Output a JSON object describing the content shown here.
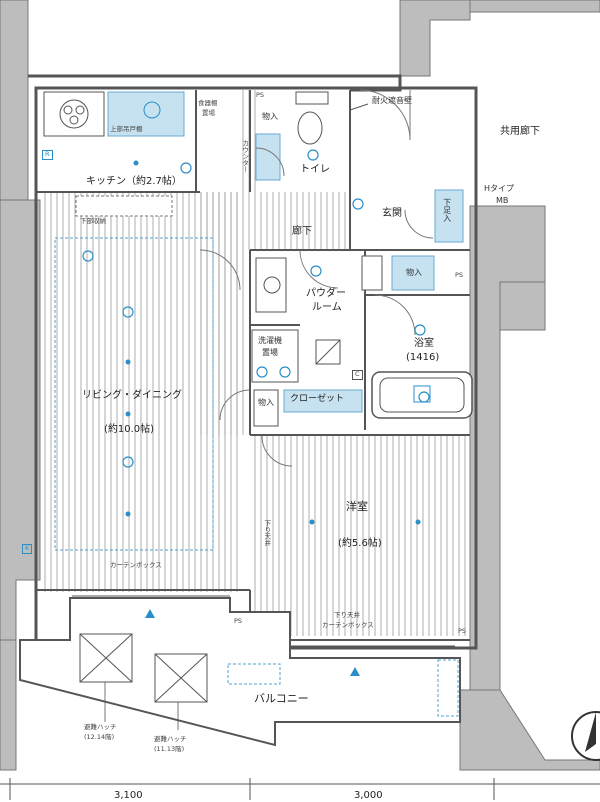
{
  "rooms": {
    "kitchen": "キッチン（約2.7帖）",
    "living": "リビング・ダイニング",
    "living_size": "(約10.0帖)",
    "western": "洋室",
    "western_size": "(約5.6帖)",
    "powder_line1": "パウダー",
    "powder_line2": "ルーム",
    "bath": "浴室",
    "bath_size": "(1416)",
    "entrance": "玄関",
    "hallway": "廊下",
    "toilet": "トイレ",
    "balcony": "バルコニー"
  },
  "fixtures": {
    "closet": "クローゼット",
    "washer_line1": "洗濯機",
    "washer_line2": "置場",
    "storage": "物入",
    "storage_kitchen": "物入",
    "storage_closet": "物入",
    "shoe_line1": "下足",
    "shoe_line2": "入",
    "counter": "カウンター",
    "dishwasher_line1": "食器棚",
    "dishwasher_line2": "置場",
    "range_hood": "上部吊戸棚",
    "curtain_box_living": "カーテンボックス",
    "curtain_box_western": "カーテンボックス",
    "lower_ceiling_western": "下り天井",
    "lower_ceiling": "下り天井",
    "lower_storage": "下部収納",
    "ps_labels": [
      "PS",
      "PS",
      "PS",
      "PS"
    ],
    "mb": "MB",
    "h_type": "Hタイプ",
    "fire_wall": "耐火遮音壁",
    "common_corridor": "共用廊下",
    "escape_hatch_1": "避難ハッチ",
    "escape_hatch_1_floors": "(12.14階)",
    "escape_hatch_2": "避難ハッチ",
    "escape_hatch_2_floors": "(11.13階)",
    "c_mark": "C",
    "k_mark": "K",
    "r_mark": "R"
  },
  "dimensions": {
    "left": "3,100",
    "right": "3,000"
  },
  "colors": {
    "fixture_blue": "#c6e2f1",
    "icon_blue": "#2a8fc8",
    "wall": "#b5b5b5",
    "line": "#555555"
  },
  "icons": [
    "ceiling-light-icon",
    "outlet-icon",
    "compass-icon",
    "ventilation-icon"
  ]
}
